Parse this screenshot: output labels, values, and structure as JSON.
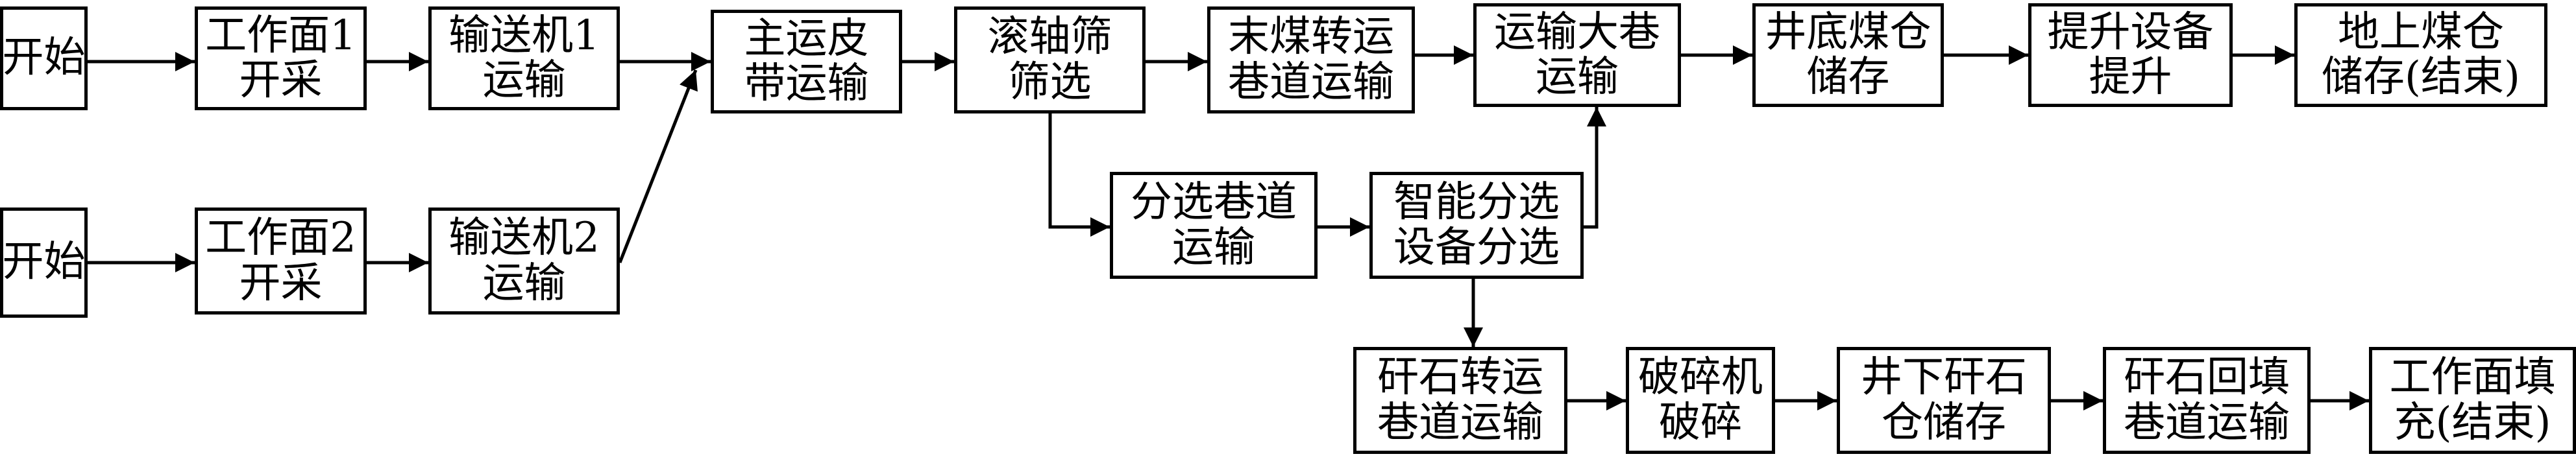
{
  "diagram": {
    "nodes": [
      {
        "id": "start_a",
        "lines": [
          "开始"
        ]
      },
      {
        "id": "face1",
        "lines": [
          "工作面1",
          "开采"
        ]
      },
      {
        "id": "conv1",
        "lines": [
          "输送机1",
          "运输"
        ]
      },
      {
        "id": "main_belt",
        "lines": [
          "主运皮",
          "带运输"
        ]
      },
      {
        "id": "roller",
        "lines": [
          "滚轴筛",
          "筛选"
        ]
      },
      {
        "id": "fines",
        "lines": [
          "末煤转运",
          "巷道运输"
        ]
      },
      {
        "id": "main_lane",
        "lines": [
          "运输大巷",
          "运输"
        ]
      },
      {
        "id": "bunker",
        "lines": [
          "井底煤仓",
          "储存"
        ]
      },
      {
        "id": "hoist",
        "lines": [
          "提升设备",
          "提升"
        ]
      },
      {
        "id": "surface",
        "lines": [
          "地上煤仓",
          "储存(结束)"
        ]
      },
      {
        "id": "start_b",
        "lines": [
          "开始"
        ]
      },
      {
        "id": "face2",
        "lines": [
          "工作面2",
          "开采"
        ]
      },
      {
        "id": "conv2",
        "lines": [
          "输送机2",
          "运输"
        ]
      },
      {
        "id": "sort_lane",
        "lines": [
          "分选巷道",
          "运输"
        ]
      },
      {
        "id": "smart_sort",
        "lines": [
          "智能分选",
          "设备分选"
        ]
      },
      {
        "id": "gangue_lane",
        "lines": [
          "矸石转运",
          "巷道运输"
        ]
      },
      {
        "id": "crusher",
        "lines": [
          "破碎机",
          "破碎"
        ]
      },
      {
        "id": "gangue_bin",
        "lines": [
          "井下矸石",
          "仓储存"
        ]
      },
      {
        "id": "backfill_lane",
        "lines": [
          "矸石回填",
          "巷道运输"
        ]
      },
      {
        "id": "face_fill",
        "lines": [
          "工作面填",
          "充(结束)"
        ]
      }
    ],
    "edges": [
      {
        "from": "start_a",
        "to": "face1"
      },
      {
        "from": "face1",
        "to": "conv1"
      },
      {
        "from": "conv1",
        "to": "main_belt"
      },
      {
        "from": "main_belt",
        "to": "roller"
      },
      {
        "from": "roller",
        "to": "fines"
      },
      {
        "from": "fines",
        "to": "main_lane"
      },
      {
        "from": "main_lane",
        "to": "bunker"
      },
      {
        "from": "bunker",
        "to": "hoist"
      },
      {
        "from": "hoist",
        "to": "surface"
      },
      {
        "from": "start_b",
        "to": "face2"
      },
      {
        "from": "face2",
        "to": "conv2"
      },
      {
        "from": "conv2",
        "to": "main_belt"
      },
      {
        "from": "roller",
        "to": "sort_lane"
      },
      {
        "from": "sort_lane",
        "to": "smart_sort"
      },
      {
        "from": "smart_sort",
        "to": "main_lane"
      },
      {
        "from": "smart_sort",
        "to": "gangue_lane"
      },
      {
        "from": "gangue_lane",
        "to": "crusher"
      },
      {
        "from": "crusher",
        "to": "gangue_bin"
      },
      {
        "from": "gangue_bin",
        "to": "backfill_lane"
      },
      {
        "from": "backfill_lane",
        "to": "face_fill"
      }
    ]
  }
}
